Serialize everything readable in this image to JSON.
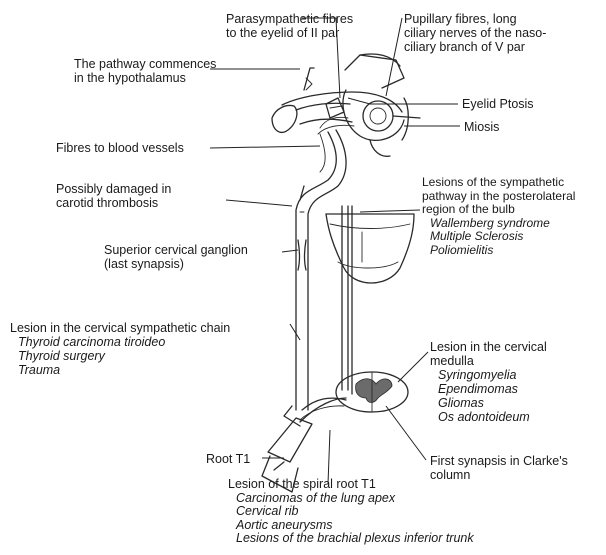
{
  "labels": {
    "parasympathetic": [
      "Parasympathetic fibres",
      "to the eyelid of II par"
    ],
    "pupillary": [
      "Pupillary fibres, long",
      "ciliary nerves of the naso-",
      "ciliary branch of V par"
    ],
    "pathway_start": [
      "The pathway commences",
      "in the hypothalamus"
    ],
    "eyelid_ptosis": "Eyelid Ptosis",
    "miosis": "Miosis",
    "blood_vessels": "Fibres to blood vessels",
    "carotid": [
      "Possibly damaged in",
      "carotid thrombosis"
    ],
    "bulb_lesions": {
      "heading": [
        "Lesions of the sympathetic",
        "pathway in the posterolateral",
        "region of the bulb"
      ],
      "causes": [
        "Wallemberg syndrome",
        "Multiple Sclerosis",
        "Poliomielitis"
      ]
    },
    "ganglion": [
      "Superior cervical ganglion",
      "(last synapsis)"
    ],
    "cervical_chain": {
      "heading": "Lesion in the cervical sympathetic chain",
      "causes": [
        "Thyroid carcinoma tiroideo",
        "Thyroid surgery",
        "Trauma"
      ]
    },
    "cervical_medulla": {
      "heading": [
        "Lesion in the cervical",
        "medulla"
      ],
      "causes": [
        "Syringomyelia",
        "Ependimomas",
        "Gliomas",
        "Os adontoideum"
      ]
    },
    "root_t1": "Root T1",
    "clarke": [
      "First synapsis in Clarke's",
      "column"
    ],
    "spiral_root": {
      "heading": "Lesion of the spiral root T1",
      "causes": [
        "Carcinomas of the lung apex",
        "Cervical rib",
        "Aortic aneurysms",
        "Lesions of the brachial plexus inferior trunk"
      ]
    }
  }
}
